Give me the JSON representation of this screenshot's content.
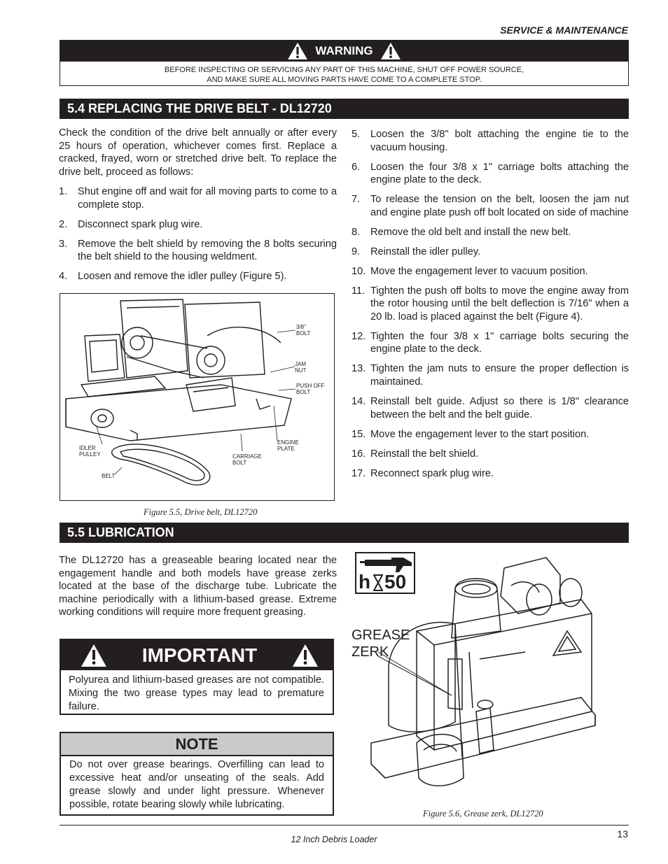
{
  "header": {
    "section": "SERVICE & MAINTENANCE"
  },
  "warning": {
    "title": "WARNING",
    "line1": "BEFORE INSPECTING OR SERVICING ANY PART OF THIS MACHINE, SHUT OFF POWER SOURCE,",
    "line2": "AND MAKE SURE ALL MOVING PARTS HAVE COME TO A COMPLETE STOP."
  },
  "section54": {
    "title": "5.4  REPLACING THE DRIVE BELT - DL12720",
    "intro": "Check the condition of the drive belt annually or after every 25 hours of operation, whichever comes first. Replace a cracked, frayed, worn or stretched drive belt. To replace the drive belt, proceed as follows:",
    "steps_left": [
      {
        "num": "1.",
        "text": "Shut engine off and wait for all moving parts to come to a complete stop."
      },
      {
        "num": "2.",
        "text": "Disconnect spark plug wire."
      },
      {
        "num": "3.",
        "text": "Remove the belt shield by removing the 8 bolts securing the belt shield to the housing weldment."
      },
      {
        "num": "4.",
        "text": "Loosen and remove the idler pulley (Figure 5)."
      }
    ],
    "steps_right": [
      {
        "num": "5.",
        "text": "Loosen the 3/8\" bolt attaching the engine tie to the vacuum housing."
      },
      {
        "num": "6.",
        "text": "Loosen the four 3/8 x 1\" carriage bolts attaching the engine plate to the deck."
      },
      {
        "num": "7.",
        "text": "To release the tension on the belt, loosen the jam nut and engine plate push off bolt located on side of machine"
      },
      {
        "num": "8.",
        "text": "Remove the old belt and install the new belt."
      },
      {
        "num": "9.",
        "text": "Reinstall the idler pulley."
      },
      {
        "num": "10.",
        "text": "Move the engagement lever to vacuum position."
      },
      {
        "num": "11.",
        "text": "Tighten the push off bolts to move the engine away from the rotor housing until the belt deflection is 7/16\" when a 20 lb. load is placed against the belt (Figure 4)."
      },
      {
        "num": "12.",
        "text": "Tighten the four 3/8 x 1\" carriage bolts securing the engine plate to the deck."
      },
      {
        "num": "13.",
        "text": "Tighten the jam nuts to ensure the proper deflection is maintained."
      },
      {
        "num": "14.",
        "text": "Reinstall belt guide. Adjust so there is 1/8\" clearance between the belt and the belt guide."
      },
      {
        "num": "15.",
        "text": "Move the engagement lever to the start position."
      },
      {
        "num": "16.",
        "text": "Reinstall the belt shield."
      },
      {
        "num": "17.",
        "text": "Reconnect spark plug wire."
      }
    ],
    "figure": {
      "caption": "Figure 5.5, Drive belt, DL12720",
      "labels": {
        "bolt38_a": "3/8\"",
        "bolt38_b": "BOLT",
        "jam_a": "JAM",
        "jam_b": "NUT",
        "push_a": "PUSH OFF",
        "push_b": "BOLT",
        "engine_a": "ENGINE",
        "engine_b": "PLATE",
        "carriage_a": "CARRIAGE",
        "carriage_b": "BOLT",
        "idler_a": "IDLER",
        "idler_b": "PULLEY",
        "belt": "BELT"
      }
    }
  },
  "section55": {
    "title": "5.5  LUBRICATION",
    "intro": "The DL12720 has a greaseable bearing located near the engagement handle and both models have grease zerks located at the base of the discharge tube. Lubricate the machine periodically with a lithium-based grease.  Extreme working conditions will require more frequent greasing.",
    "important": {
      "title": "IMPORTANT",
      "text": "Polyurea and lithium-based greases are not compatible. Mixing the two grease types may lead to premature failure."
    },
    "note": {
      "title": "NOTE",
      "text": "Do not over grease bearings. Overfilling can lead to excessive heat and/or unseating of the seals. Add grease slowly and under light pressure. Whenever possible, rotate bearing slowly while lubricating."
    },
    "grease_icon": {
      "left": "h",
      "right": "50"
    },
    "grease_label": {
      "line1": "GREASE",
      "line2": "ZERK"
    },
    "figure_caption": "Figure 5.6, Grease zerk, DL12720"
  },
  "footer": {
    "title": "12 Inch Debris Loader",
    "page": "13"
  }
}
